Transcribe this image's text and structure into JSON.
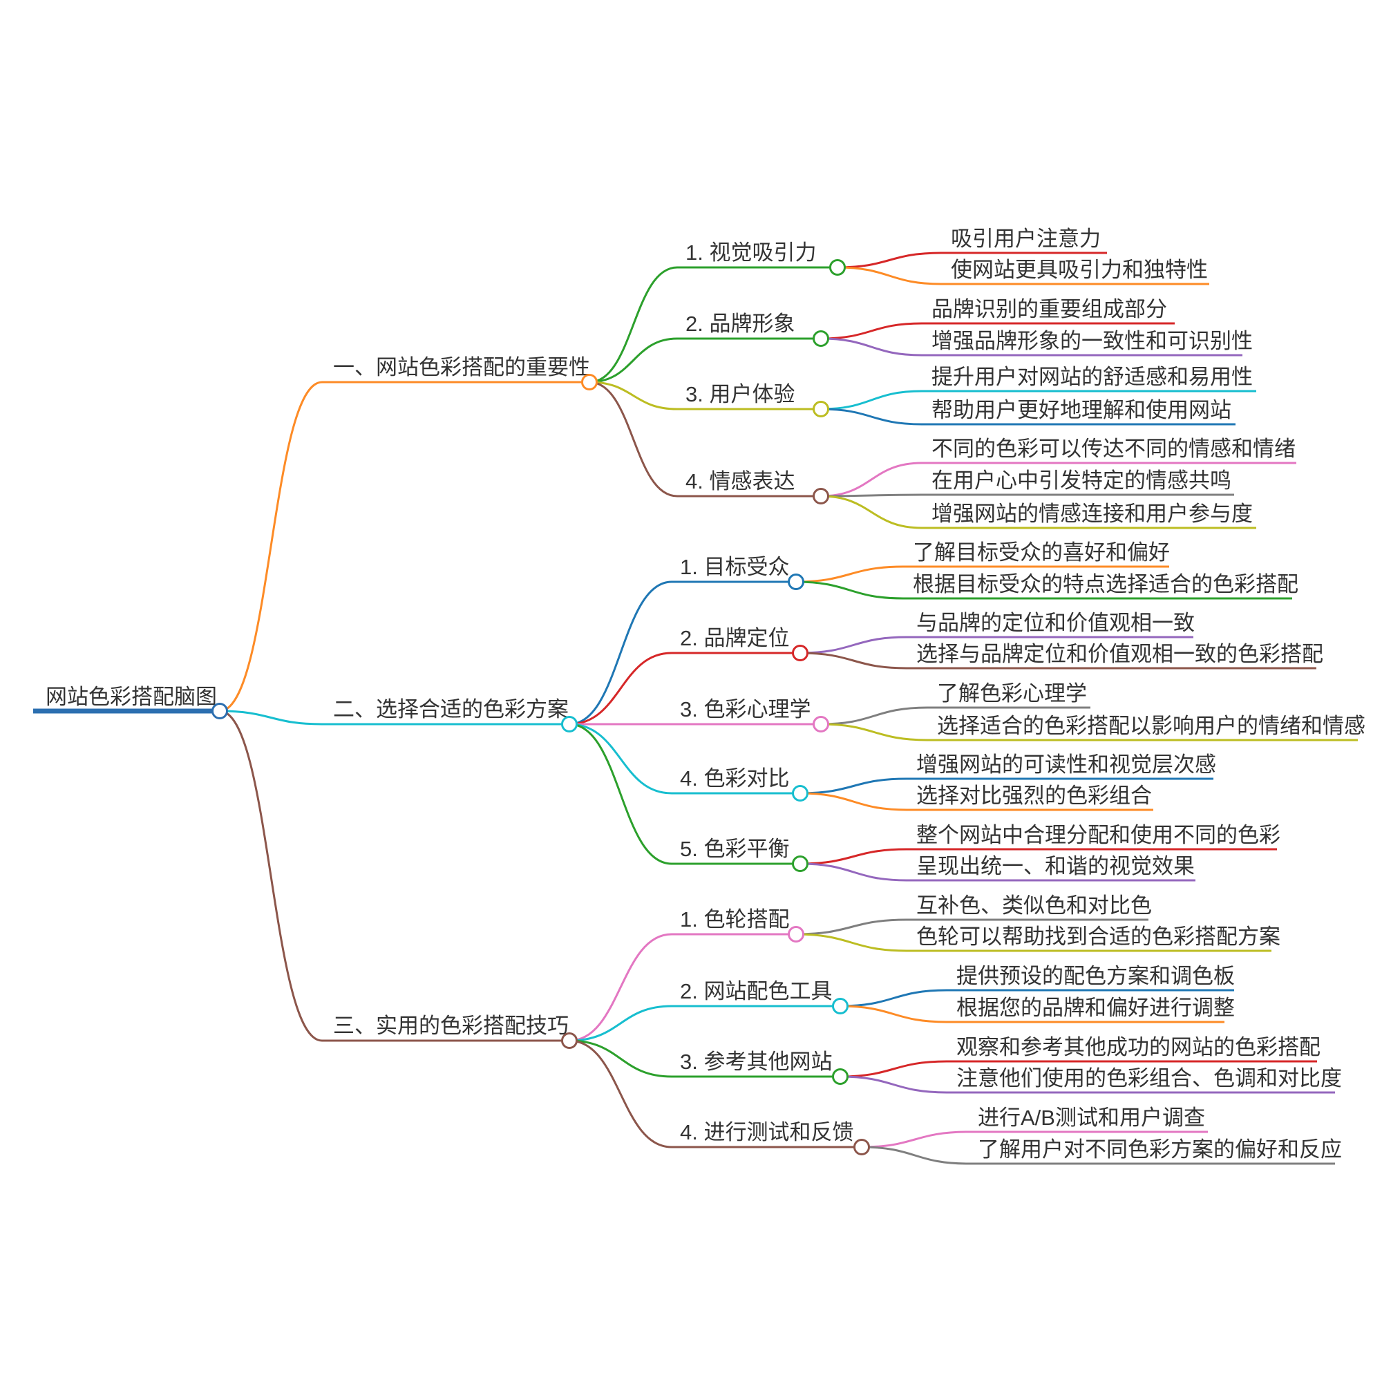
{
  "root": {
    "label": "网站色彩搭配脑图",
    "color": "#2c6fb0"
  },
  "branches": [
    {
      "label": "一、网站色彩搭配的重要性",
      "color": "#fd8b26",
      "children": [
        {
          "label": "1. 视觉吸引力",
          "color": "#2ca02c",
          "leaves": [
            {
              "label": "吸引用户注意力",
              "color": "#d62728"
            },
            {
              "label": "使网站更具吸引力和独特性",
              "color": "#fd8b26"
            }
          ]
        },
        {
          "label": "2. 品牌形象",
          "color": "#2ca02c",
          "leaves": [
            {
              "label": "品牌识别的重要组成部分",
              "color": "#d62728"
            },
            {
              "label": "增强品牌形象的一致性和可识别性",
              "color": "#9467bd"
            }
          ]
        },
        {
          "label": "3. 用户体验",
          "color": "#bcbd22",
          "leaves": [
            {
              "label": "提升用户对网站的舒适感和易用性",
              "color": "#17becf"
            },
            {
              "label": "帮助用户更好地理解和使用网站",
              "color": "#1f77b4"
            }
          ]
        },
        {
          "label": "4. 情感表达",
          "color": "#8c564b",
          "leaves": [
            {
              "label": "不同的色彩可以传达不同的情感和情绪",
              "color": "#e377c2"
            },
            {
              "label": "在用户心中引发特定的情感共鸣",
              "color": "#7f7f7f"
            },
            {
              "label": "增强网站的情感连接和用户参与度",
              "color": "#bcbd22"
            }
          ]
        }
      ]
    },
    {
      "label": "二、选择合适的色彩方案",
      "color": "#17becf",
      "children": [
        {
          "label": "1. 目标受众",
          "color": "#1f77b4",
          "leaves": [
            {
              "label": "了解目标受众的喜好和偏好",
              "color": "#fd8b26"
            },
            {
              "label": "根据目标受众的特点选择适合的色彩搭配",
              "color": "#2ca02c"
            }
          ]
        },
        {
          "label": "2. 品牌定位",
          "color": "#d62728",
          "leaves": [
            {
              "label": "与品牌的定位和价值观相一致",
              "color": "#9467bd"
            },
            {
              "label": "选择与品牌定位和价值观相一致的色彩搭配",
              "color": "#8c564b"
            }
          ]
        },
        {
          "label": "3. 色彩心理学",
          "color": "#e377c2",
          "leaves": [
            {
              "label": "了解色彩心理学",
              "color": "#7f7f7f"
            },
            {
              "label": "选择适合的色彩搭配以影响用户的情绪和情感",
              "color": "#bcbd22"
            }
          ]
        },
        {
          "label": "4. 色彩对比",
          "color": "#17becf",
          "leaves": [
            {
              "label": "增强网站的可读性和视觉层次感",
              "color": "#1f77b4"
            },
            {
              "label": "选择对比强烈的色彩组合",
              "color": "#fd8b26"
            }
          ]
        },
        {
          "label": "5. 色彩平衡",
          "color": "#2ca02c",
          "leaves": [
            {
              "label": "整个网站中合理分配和使用不同的色彩",
              "color": "#d62728"
            },
            {
              "label": "呈现出统一、和谐的视觉效果",
              "color": "#9467bd"
            }
          ]
        }
      ]
    },
    {
      "label": "三、实用的色彩搭配技巧",
      "color": "#8c564b",
      "children": [
        {
          "label": "1. 色轮搭配",
          "color": "#e377c2",
          "leaves": [
            {
              "label": "互补色、类似色和对比色",
              "color": "#7f7f7f"
            },
            {
              "label": "色轮可以帮助找到合适的色彩搭配方案",
              "color": "#bcbd22"
            }
          ]
        },
        {
          "label": "2. 网站配色工具",
          "color": "#17becf",
          "leaves": [
            {
              "label": "提供预设的配色方案和调色板",
              "color": "#1f77b4"
            },
            {
              "label": "根据您的品牌和偏好进行调整",
              "color": "#fd8b26"
            }
          ]
        },
        {
          "label": "3. 参考其他网站",
          "color": "#2ca02c",
          "leaves": [
            {
              "label": "观察和参考其他成功的网站的色彩搭配",
              "color": "#d62728"
            },
            {
              "label": "注意他们使用的色彩组合、色调和对比度",
              "color": "#9467bd"
            }
          ]
        },
        {
          "label": "4. 进行测试和反馈",
          "color": "#8c564b",
          "leaves": [
            {
              "label": "进行A/B测试和用户调查",
              "color": "#e377c2"
            },
            {
              "label": "了解用户对不同色彩方案的偏好和反应",
              "color": "#7f7f7f"
            }
          ]
        }
      ]
    }
  ]
}
